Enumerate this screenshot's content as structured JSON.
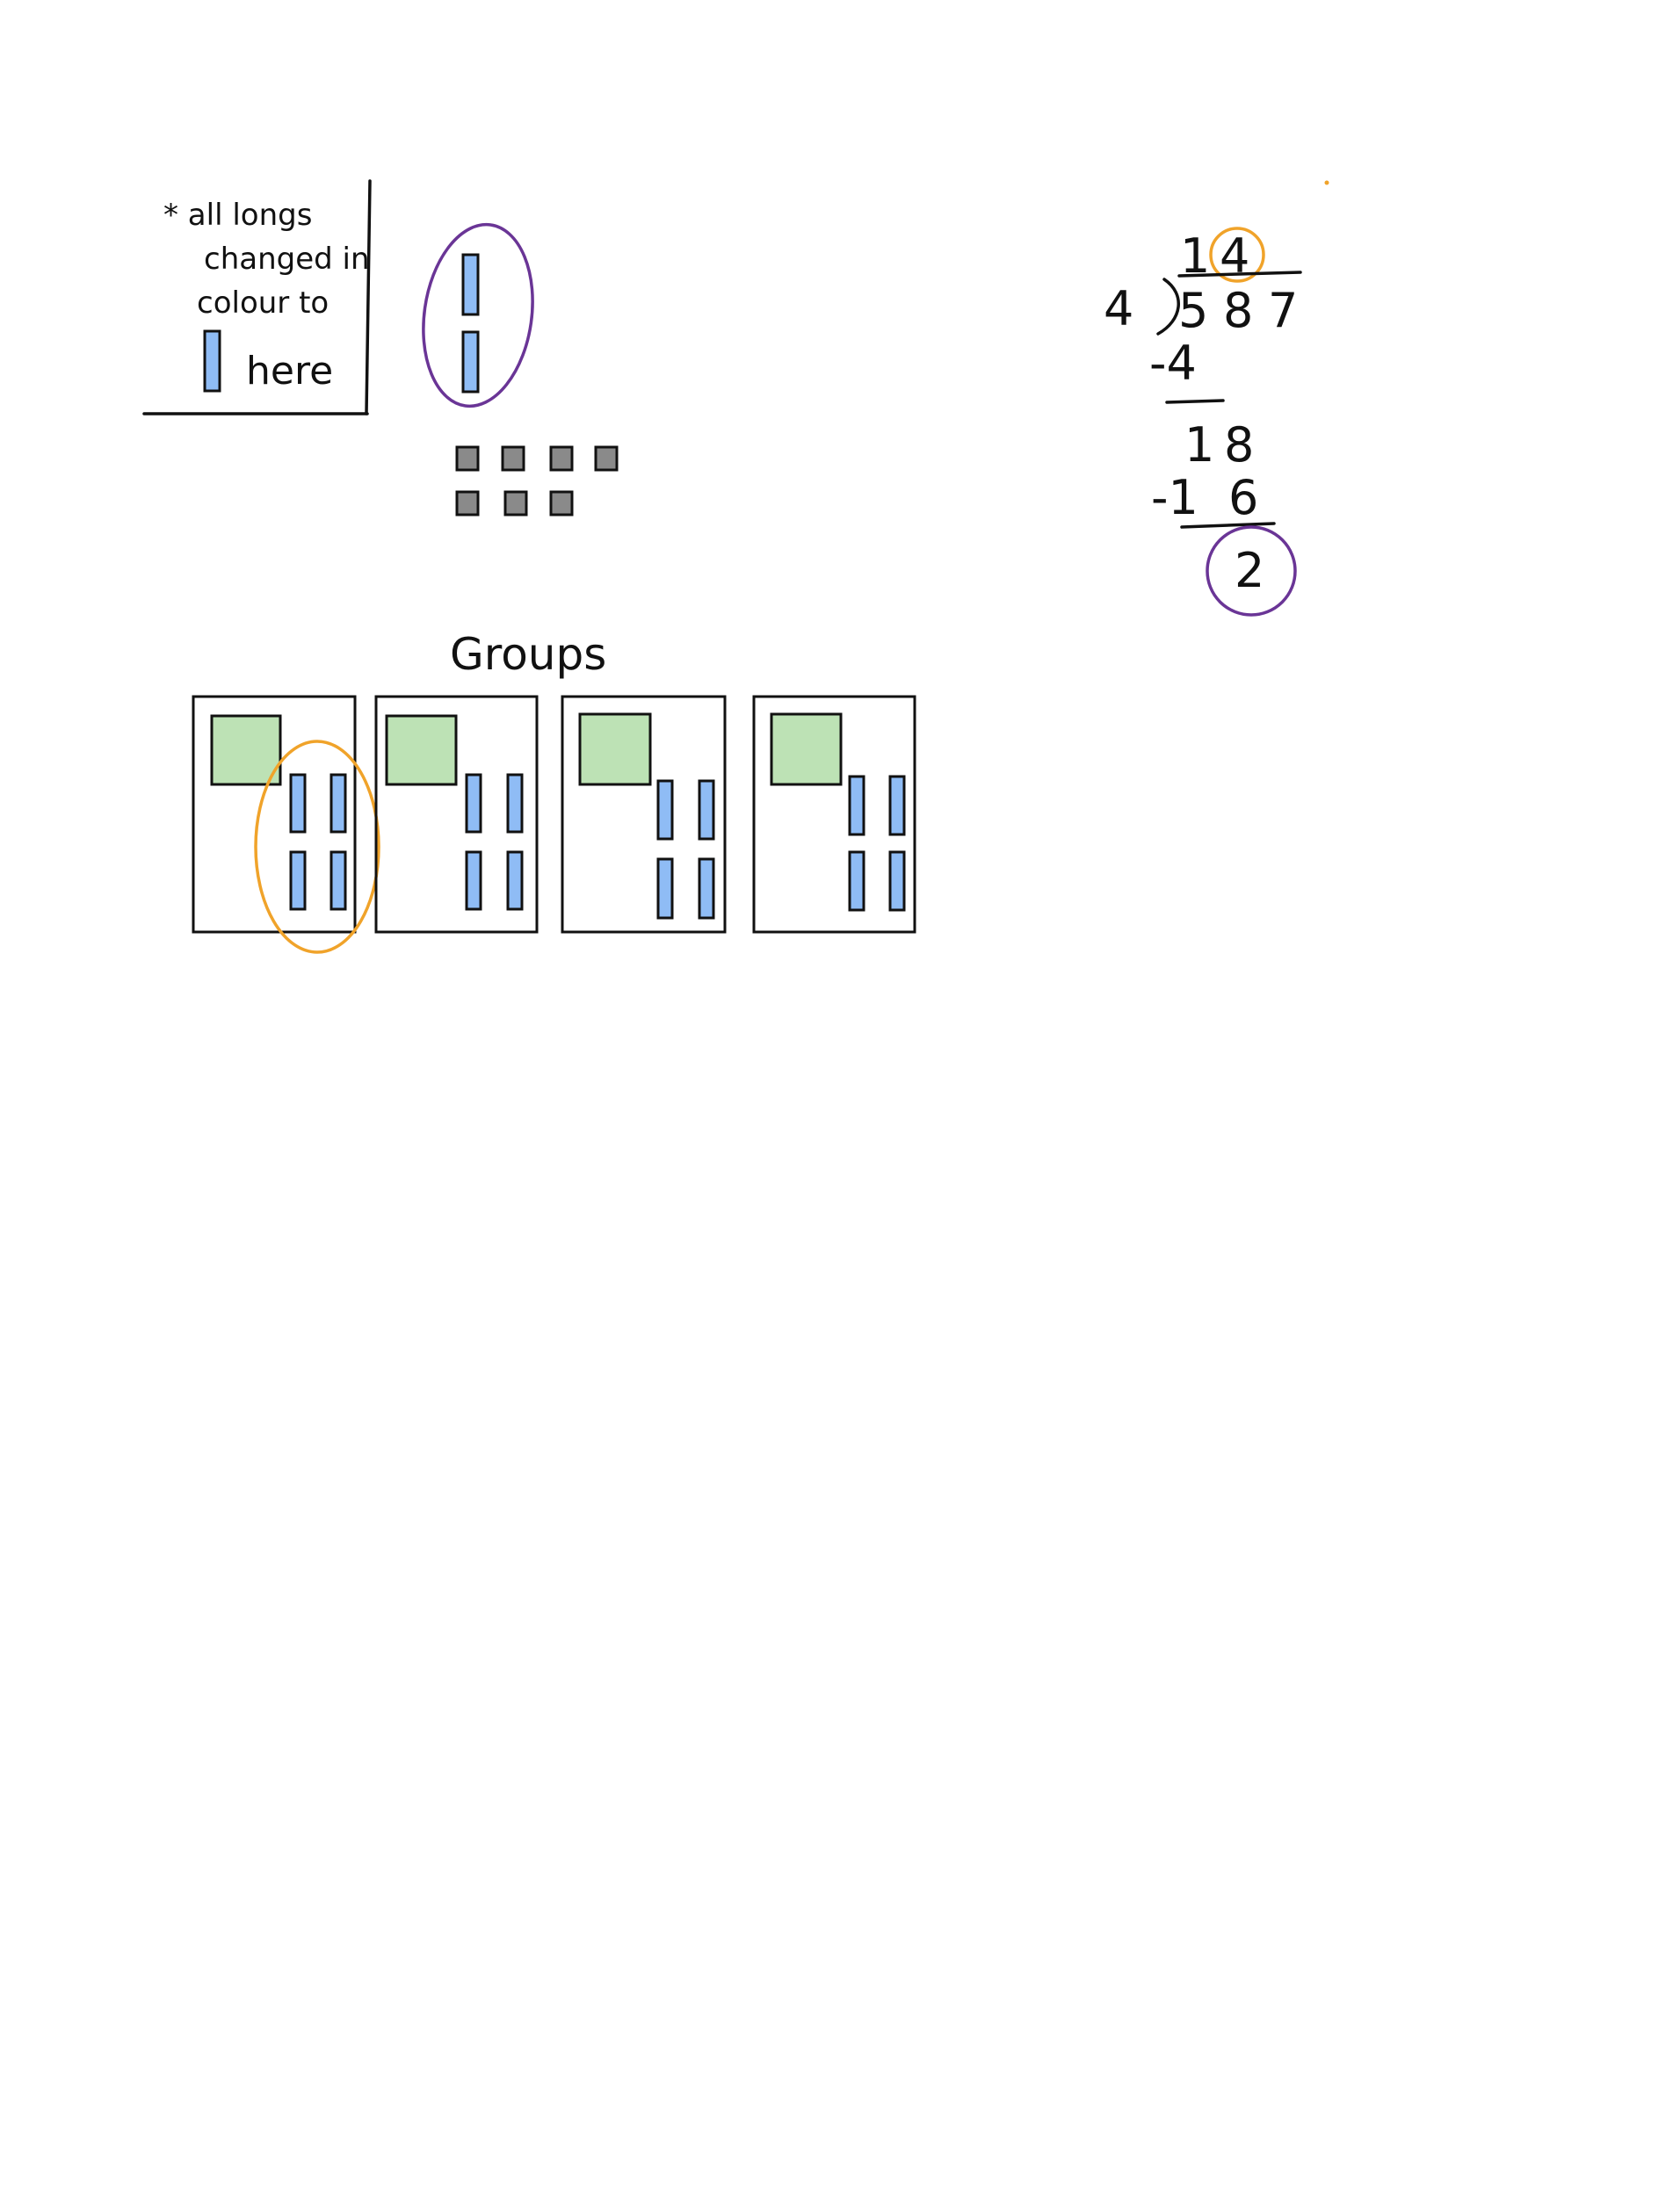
{
  "note": {
    "line1": "* all longs",
    "line2": "changed in",
    "line3": "colour to",
    "line4": "here"
  },
  "groups_title": "Groups",
  "groups": [
    {
      "flats": 1,
      "longs": 4
    },
    {
      "flats": 1,
      "longs": 4
    },
    {
      "flats": 1,
      "longs": 4
    },
    {
      "flats": 1,
      "longs": 4
    }
  ],
  "leftover": {
    "longs": 2,
    "units": 7
  },
  "division": {
    "divisor": "4",
    "dividend": [
      "5",
      "8",
      "7"
    ],
    "quotient": [
      "1",
      "4"
    ],
    "step1_subtract": "-4",
    "step2_value": [
      "1",
      "8"
    ],
    "step2_subtract": [
      "-1",
      "6"
    ],
    "remainder": "2"
  },
  "colors": {
    "flat": "#bde2b5",
    "long": "#8fbcf5",
    "unit": "#8a8a8a",
    "highlight_orange": "#f0a32a",
    "highlight_purple": "#6a3596"
  }
}
